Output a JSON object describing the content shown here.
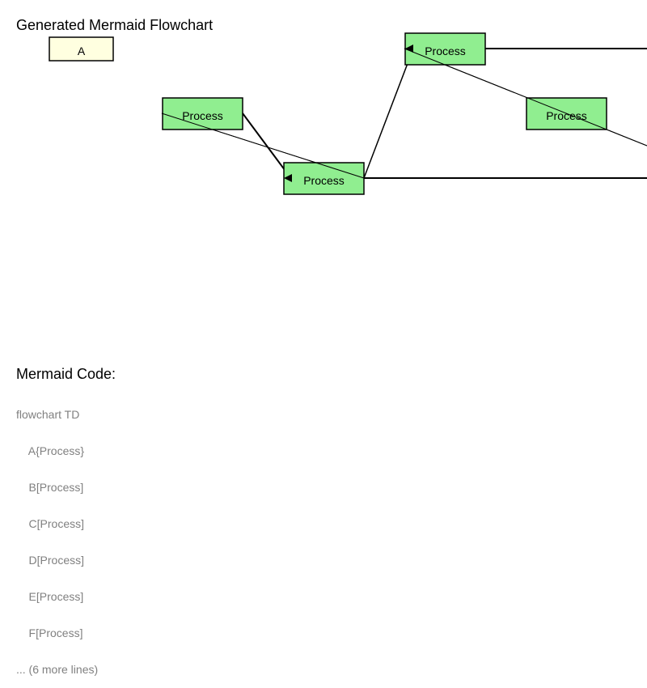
{
  "title": "Generated Mermaid Flowchart",
  "diagram": {
    "colors": {
      "start_fill": "#ffffe0",
      "process_fill": "#90ee90",
      "stroke": "#000000"
    },
    "nodes": [
      {
        "id": "A",
        "label": "A",
        "shape": "rect",
        "fill": "start_fill"
      },
      {
        "id": "P1",
        "label": "Process",
        "shape": "rect",
        "fill": "process_fill"
      },
      {
        "id": "P2",
        "label": "Process",
        "shape": "rect",
        "fill": "process_fill"
      },
      {
        "id": "P3",
        "label": "Process",
        "shape": "rect",
        "fill": "process_fill"
      },
      {
        "id": "P4",
        "label": "Process",
        "shape": "rect",
        "fill": "process_fill"
      }
    ]
  },
  "code": {
    "heading": "Mermaid Code:",
    "lines": [
      "flowchart TD",
      "    A{Process}",
      "    B[Process]",
      "    C[Process]",
      "    D[Process]",
      "    E[Process]",
      "    F[Process]",
      "... (6 more lines)"
    ]
  }
}
